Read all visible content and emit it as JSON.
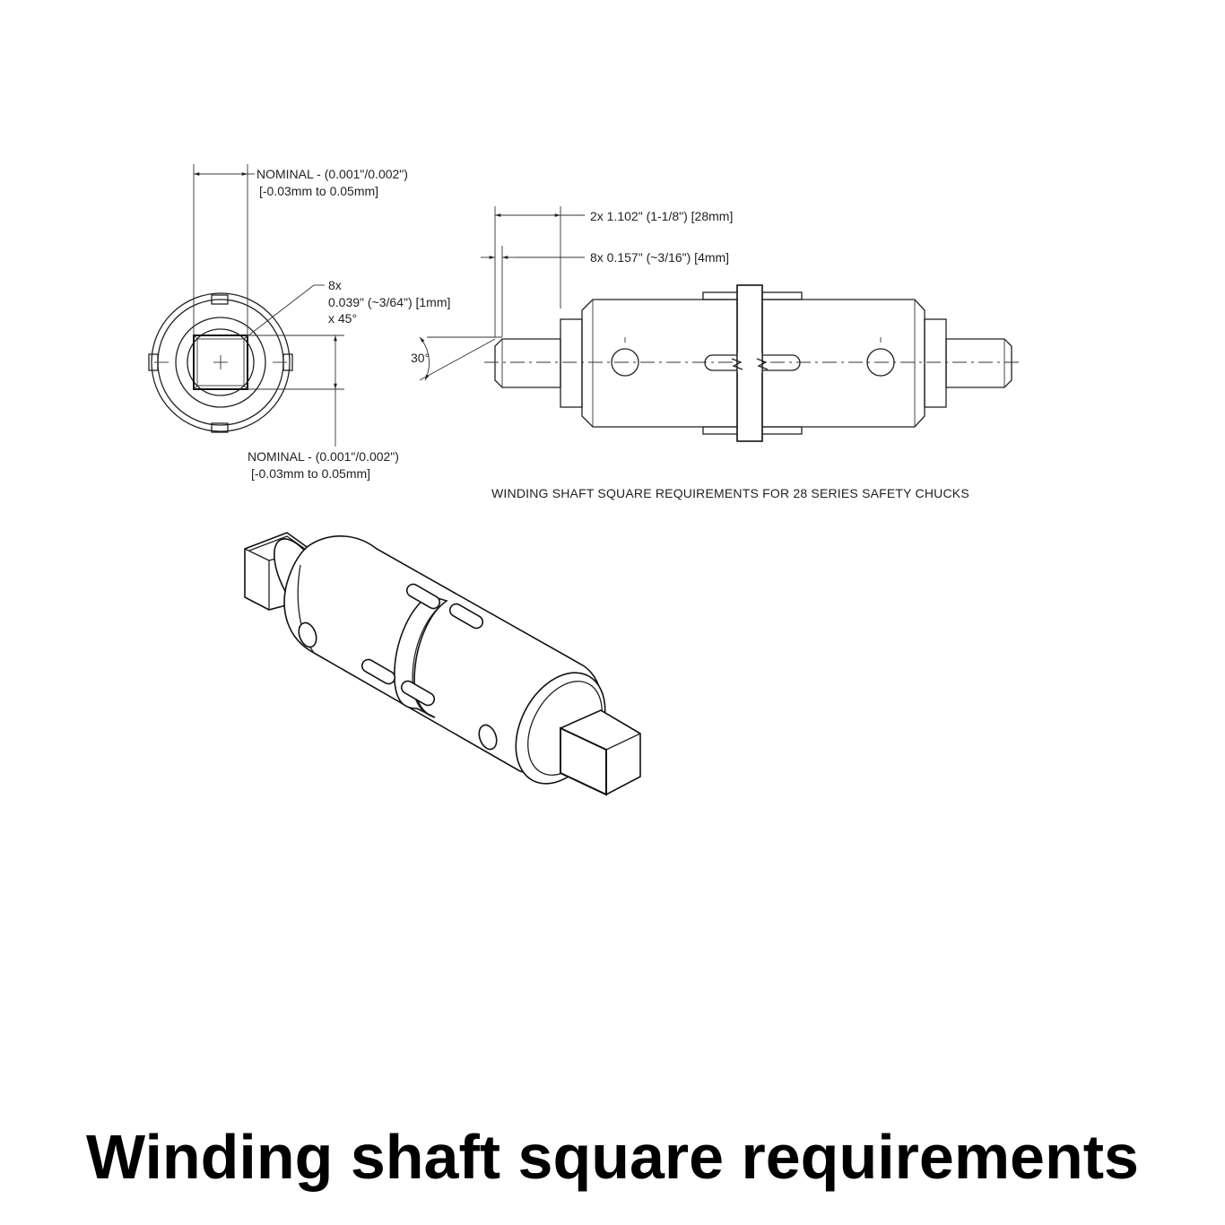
{
  "end_view": {
    "top_dim_line1": "NOMINAL - (0.001\"/0.002\")",
    "top_dim_line2": "[-0.03mm to 0.05mm]",
    "chamfer_line1": "8x",
    "chamfer_line2": "0.039\" (~3/64\") [1mm]",
    "chamfer_line3": "x 45°",
    "bottom_dim_line1": "NOMINAL - (0.001\"/0.002\")",
    "bottom_dim_line2": "[-0.03mm to 0.05mm]"
  },
  "side_view": {
    "dim_length": "2x 1.102\" (1-1/8\") [28mm]",
    "dim_chamfer": "8x 0.157\" (~3/16\") [4mm]",
    "angle": "30°",
    "caption": "WINDING SHAFT SQUARE REQUIREMENTS FOR 28 SERIES SAFETY CHUCKS"
  },
  "title": "Winding shaft square requirements"
}
